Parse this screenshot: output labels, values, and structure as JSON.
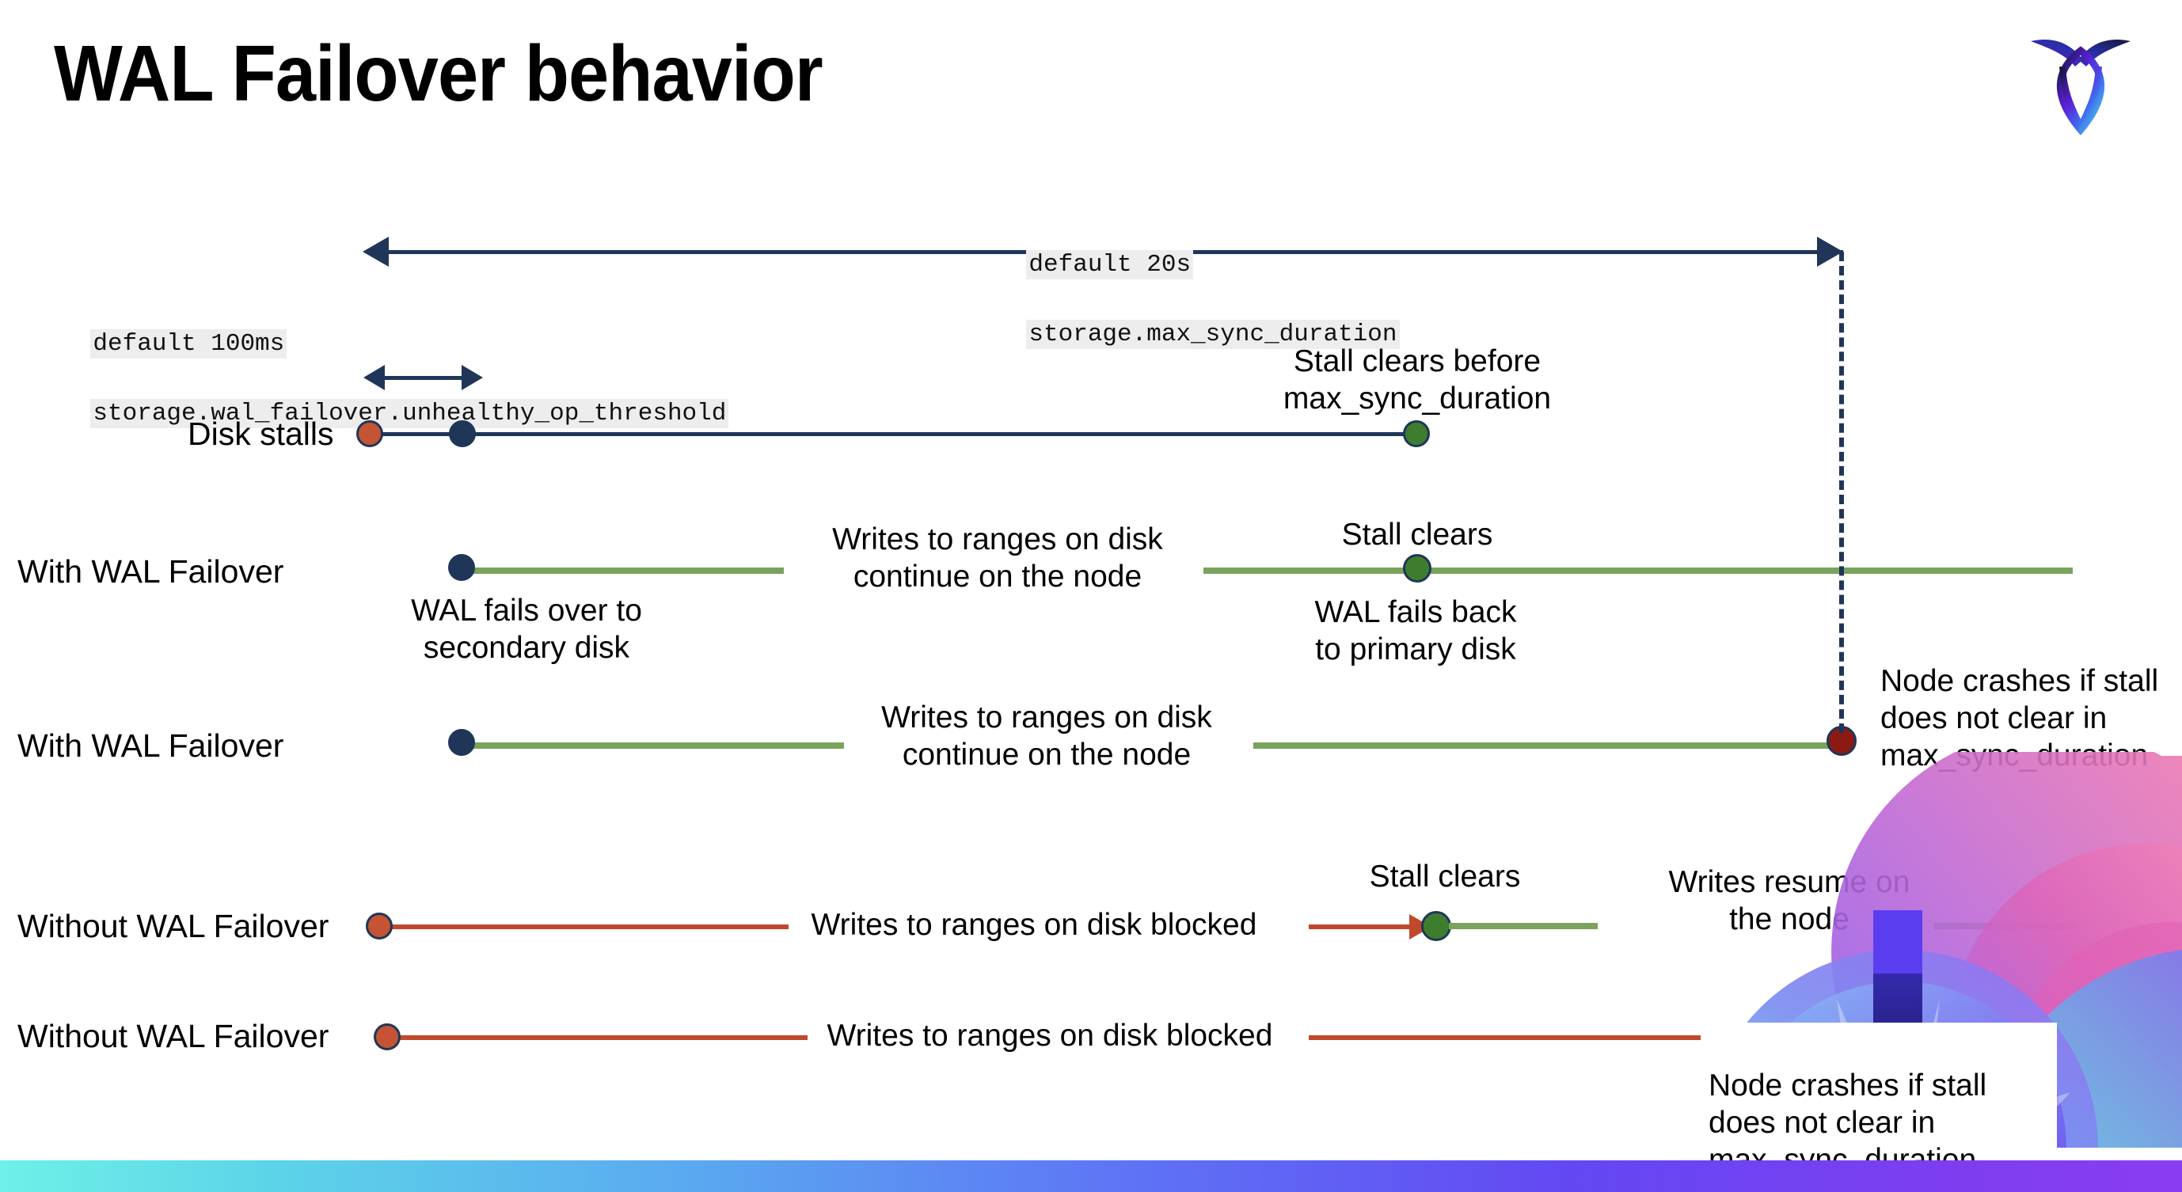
{
  "slide": {
    "title": "WAL Failover behavior",
    "logo_name": "cockroachdb-logo"
  },
  "config_callouts": [
    {
      "name": "max-sync-duration-callout",
      "default_line": "default 20s",
      "setting_line": "storage.max_sync_duration"
    },
    {
      "name": "unhealthy-op-threshold-callout",
      "default_line": "default 100ms",
      "setting_line": "storage.wal_failover.unhealthy_op_threshold"
    }
  ],
  "rows": {
    "disk_stalls": {
      "label": "Disk stalls"
    },
    "with_wal_failover_1": {
      "label": "With WAL Failover"
    },
    "with_wal_failover_2": {
      "label": "With WAL Failover"
    },
    "without_wal_failover_1": {
      "label": "Without WAL Failover"
    },
    "without_wal_failover_2": {
      "label": "Without WAL Failover"
    }
  },
  "annotations": {
    "stall_clears_before_max_sync": "Stall clears before\nmax_sync_duration",
    "stall_clears_row2": "Stall clears",
    "wal_fails_over": "WAL fails over to\nsecondary disk",
    "wal_fails_back": "WAL fails  back\nto primary disk",
    "writes_continue_row2": "Writes to ranges on disk\ncontinue on the node",
    "writes_continue_row3": "Writes to ranges on disk\ncontinue on the node",
    "node_crashes_row3": "Node crashes if stall\ndoes not clear in\nmax_sync_duration",
    "writes_blocked_row4": "Writes to ranges on disk  blocked",
    "stall_clears_row4": "Stall clears",
    "writes_resume": "Writes resume on\nthe node",
    "writes_blocked_row5": "Writes to ranges on disk  blocked",
    "node_crashes_row5": "Node crashes if stall\ndoes not clear in\nmax_sync_duration"
  },
  "colors": {
    "navy": "#1f3659",
    "green_line": "#7aa35c",
    "green_dot": "#3f7d2e",
    "orange_dot": "#c45433",
    "red_line": "#c0492b",
    "dark_red_dot": "#8c1a12",
    "callout_bg": "#ededed",
    "bottom_bar_gradient_start": "#6ff0e8",
    "bottom_bar_gradient_end": "#8a3df0"
  }
}
